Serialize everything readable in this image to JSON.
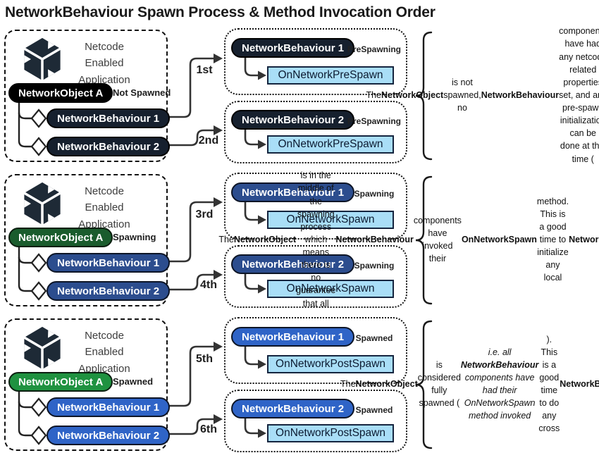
{
  "title": "NetworkBehaviour Spawn Process & Method Invocation Order",
  "colors": {
    "prespawn_pill": "#16202e",
    "object_not_spawned": "#000000",
    "object_spawning": "#1a5c2d",
    "object_spawned": "#1f9240",
    "behaviour_spawning": "#2c4d8e",
    "behaviour_spawned": "#2f64c7",
    "method_box_bg": "#a9def7",
    "method_box_border": "#15253f",
    "arrow": "#333333"
  },
  "rows": [
    {
      "app_text": "Netcode\nEnabled\nApplication",
      "object_label": "NetworkObject A",
      "object_state": "Not Spawned",
      "behaviour1": "NetworkBehaviour 1",
      "behaviour2": "NetworkBehaviour 2",
      "step1": "1st",
      "step2": "2nd",
      "call1": {
        "pill": "NetworkBehaviour 1",
        "phase": "PreSpawning",
        "method": "OnNetworkPreSpawn"
      },
      "call2": {
        "pill": "NetworkBehaviour 2",
        "phase": "PreSpawning",
        "method": "OnNetworkPreSpawn"
      },
      "note_html": "The <b>NetworkObject</b> is not spawned, no <b>NetworkBehaviour</b> components have had any netcode related properties set, and any pre-spawn initialization can be done at this time (<i>i.e. getting references to other components on the same or any child of the relative <b>GameObject</b> instance</i><b>)</b>."
    },
    {
      "app_text": "Netcode\nEnabled\nApplication",
      "object_label": "NetworkObject A",
      "object_state": "Spawning",
      "behaviour1": "NetworkBehaviour 1",
      "behaviour2": "NetworkBehaviour 2",
      "step1": "3rd",
      "step2": "4th",
      "call1": {
        "pill": "NetworkBehaviour 1",
        "phase": "Spawning",
        "method": "OnNetworkSpawn"
      },
      "call2": {
        "pill": "NetworkBehaviour 2",
        "phase": "Spawning",
        "method": "OnNetworkSpawn"
      },
      "note_html": "The <b>NetworkObject</b> is in the middle of the spawning process which means there is no guarantee that all <b>NetworkBehaviour</b> components have invoked their <b>OnNetworkSpawn</b> method. This is a good time to initialize any local <b>NetworkBehaviour</b> properties that do not require accessing other <b>NetworkBehaviour</b> components"
    },
    {
      "app_text": "Netcode\nEnabled\nApplication",
      "object_label": "NetworkObject A",
      "object_state": "Spawned",
      "behaviour1": "NetworkBehaviour 1",
      "behaviour2": "NetworkBehaviour 2",
      "step1": "5th",
      "step2": "6th",
      "call1": {
        "pill": "NetworkBehaviour 1",
        "phase": "Spawned",
        "method": "OnNetworkPostSpawn"
      },
      "call2": {
        "pill": "NetworkBehaviour 2",
        "phase": "Spawned",
        "method": "OnNetworkPostSpawn"
      },
      "note_html": "The <b>NetworkObject</b> is considered fully spawned (<i>i.e. all <b>NetworkBehaviour</b> components have had their OnNetworkSpawn method invoked</i>). This is a good time to do any cross <b>NetworkBehaviour</b> component related initializations."
    }
  ]
}
